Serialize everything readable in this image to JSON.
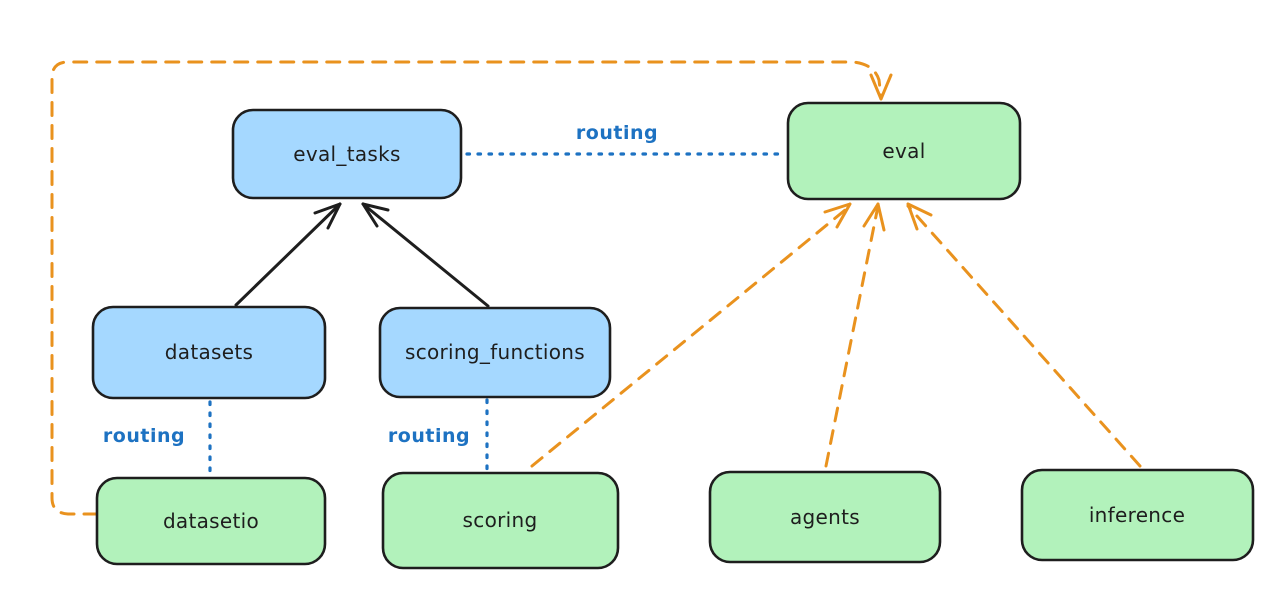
{
  "diagram": {
    "colors": {
      "background": "#ffffff",
      "node_border": "#1e1e1e",
      "text": "#1e1e1e",
      "api_fill": "#a5d8ff",
      "provider_fill": "#b2f2bb",
      "routing_blue": "#1d72c2",
      "dependency_orange": "#e9921e",
      "edge_black": "#1e1e1e"
    },
    "nodes": {
      "eval_tasks": {
        "label": "eval_tasks",
        "fill": "#a5d8ff"
      },
      "datasets": {
        "label": "datasets",
        "fill": "#a5d8ff"
      },
      "scoring_functions": {
        "label": "scoring_functions",
        "fill": "#a5d8ff"
      },
      "eval": {
        "label": "eval",
        "fill": "#b2f2bb"
      },
      "datasetio": {
        "label": "datasetio",
        "fill": "#b2f2bb"
      },
      "scoring": {
        "label": "scoring",
        "fill": "#b2f2bb"
      },
      "agents": {
        "label": "agents",
        "fill": "#b2f2bb"
      },
      "inference": {
        "label": "inference",
        "fill": "#b2f2bb"
      }
    },
    "edge_labels": {
      "eval_tasks_eval": "routing",
      "datasets_datasetio": "routing",
      "scoring_functions_scoring": "routing"
    }
  }
}
